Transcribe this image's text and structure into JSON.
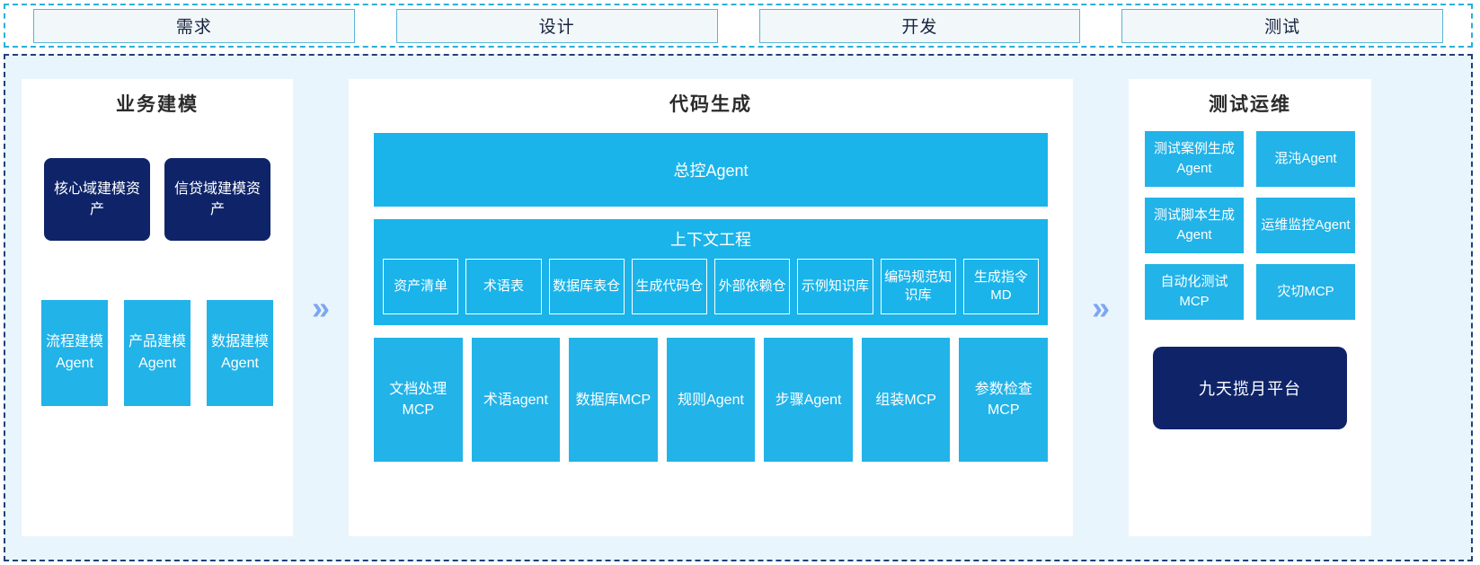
{
  "stages": {
    "items": [
      {
        "label": "需求"
      },
      {
        "label": "设计"
      },
      {
        "label": "开发"
      },
      {
        "label": "测试"
      }
    ]
  },
  "colors": {
    "cyan": "#22b3e8",
    "cyan_bar": "#1ab4ea",
    "navy": "#0f2468",
    "chevron": "#7da7f0",
    "panel_bg": "#e9f5fd",
    "stage_fill": "#f2f7fa",
    "stage_border": "#5cb3d4",
    "stage_text": "#16233f",
    "container_dash": "#20407a",
    "strip_dash": "#2ab0d8"
  },
  "arrows": {
    "left_to_mid": "»",
    "mid_to_right": "»"
  },
  "left_panel": {
    "title": "业务建模",
    "assets": [
      {
        "label": "核心域建模资产"
      },
      {
        "label": "信贷域建模资产"
      }
    ],
    "agents": [
      {
        "label": "流程建模Agent"
      },
      {
        "label": "产品建模Agent"
      },
      {
        "label": "数据建模Agent"
      }
    ]
  },
  "mid_panel": {
    "title": "代码生成",
    "master_agent": "总控Agent",
    "context": {
      "title": "上下文工程",
      "items": [
        {
          "label": "资产清单"
        },
        {
          "label": "术语表"
        },
        {
          "label": "数据库表仓"
        },
        {
          "label": "生成代码仓"
        },
        {
          "label": "外部依赖仓"
        },
        {
          "label": "示例知识库"
        },
        {
          "label": "编码规范知识库"
        },
        {
          "label": "生成指令MD"
        }
      ]
    },
    "tools": [
      {
        "label": "文档处理MCP"
      },
      {
        "label": "术语agent"
      },
      {
        "label": "数据库MCP"
      },
      {
        "label": "规则Agent"
      },
      {
        "label": "步骤Agent"
      },
      {
        "label": "组装MCP"
      },
      {
        "label": "参数检查MCP"
      }
    ]
  },
  "right_panel": {
    "title": "测试运维",
    "items": [
      {
        "label": "测试案例生成Agent"
      },
      {
        "label": "混沌Agent"
      },
      {
        "label": "测试脚本生成Agent"
      },
      {
        "label": "运维监控Agent"
      },
      {
        "label": "自动化测试MCP"
      },
      {
        "label": "灾切MCP"
      }
    ],
    "platform": "九天揽月平台"
  }
}
